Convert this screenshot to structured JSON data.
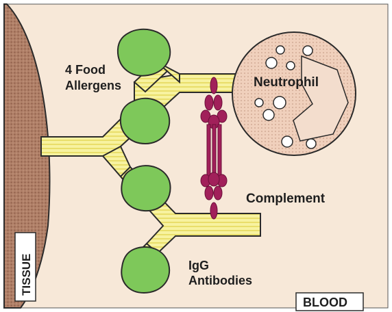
{
  "labels": {
    "food_allergens": [
      "4 Food",
      "Allergens"
    ],
    "neutrophil": "Neutrophil",
    "complement": "Complement",
    "igg_antibodies": [
      "IgG",
      "Antibodies"
    ],
    "tissue": "TISSUE",
    "blood": "BLOOD"
  },
  "colors": {
    "background": "#f7e8d8",
    "tissue": "#b08068",
    "antibody": "#f7f2a0",
    "antibody_stripe": "#e9de6a",
    "allergen": "#7ec85a",
    "complement": "#a1205a",
    "neutrophil": "#f0d0bc",
    "outline": "#2a2a2a"
  }
}
